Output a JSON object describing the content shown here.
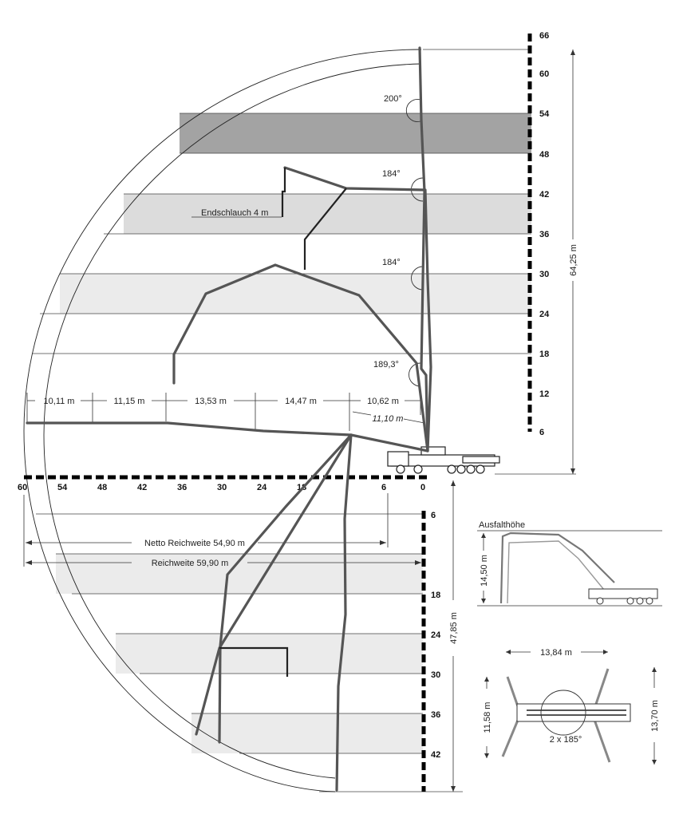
{
  "height_axis": {
    "labels": [
      "66",
      "60",
      "54",
      "48",
      "42",
      "36",
      "30",
      "24",
      "18",
      "12",
      "6"
    ]
  },
  "reach_axis": {
    "labels": [
      "60",
      "54",
      "48",
      "42",
      "36",
      "30",
      "24",
      "18",
      "6",
      "0"
    ]
  },
  "depth_axis": {
    "labels": [
      "6",
      "18",
      "24",
      "30",
      "36",
      "42"
    ]
  },
  "dimensions": {
    "total_height": "64,25 m",
    "depth": "47,85 m",
    "net_reach": "Netto Reichweite 54,90 m",
    "reach": "Reichweite 59,90 m",
    "seg1": "10,11 m",
    "seg2": "11,15 m",
    "seg3": "13,53 m",
    "seg4": "14,47 m",
    "seg5": "10,62 m",
    "seg6": "11,10 m"
  },
  "angles": {
    "a1": "200°",
    "a2": "184°",
    "a3": "184°",
    "a4": "189,3°"
  },
  "end_hose": "Endschlauch 4 m",
  "unfolding": {
    "title": "Ausfalthöhe",
    "height": "14,50 m"
  },
  "outrigger": {
    "width": "13,84 m",
    "front": "11,58 m",
    "rear": "13,70 m",
    "slew": "2 x 185°"
  },
  "colors": {
    "band_dark": "#a3a3a3",
    "band_mid": "#dcdcdc",
    "band_light": "#ebebeb",
    "boom": "#555555"
  }
}
